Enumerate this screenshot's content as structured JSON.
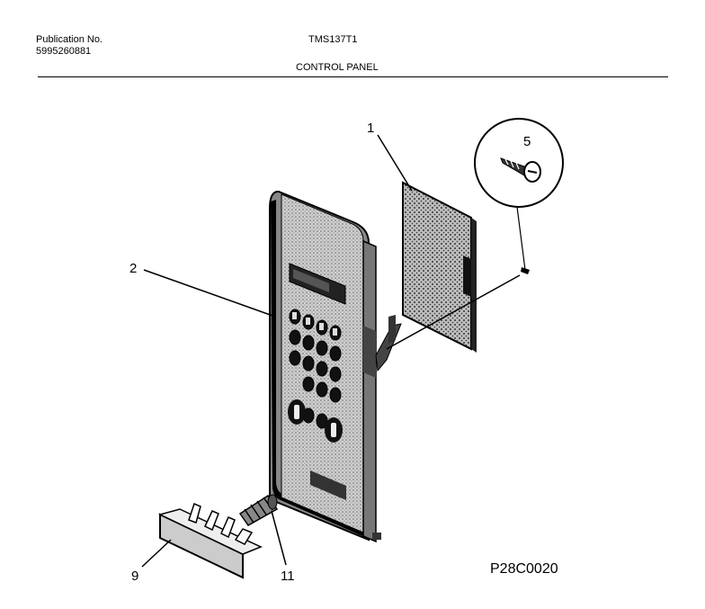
{
  "header": {
    "publication_label": "Publication No.",
    "publication_number": "5995260881",
    "model": "TMS137T1",
    "section_title": "CONTROL PANEL"
  },
  "callouts": {
    "circuit_board": "1",
    "control_panel": "2",
    "screw": "5",
    "door_button": "9",
    "spring": "11"
  },
  "drawing_code": "P28C0020"
}
